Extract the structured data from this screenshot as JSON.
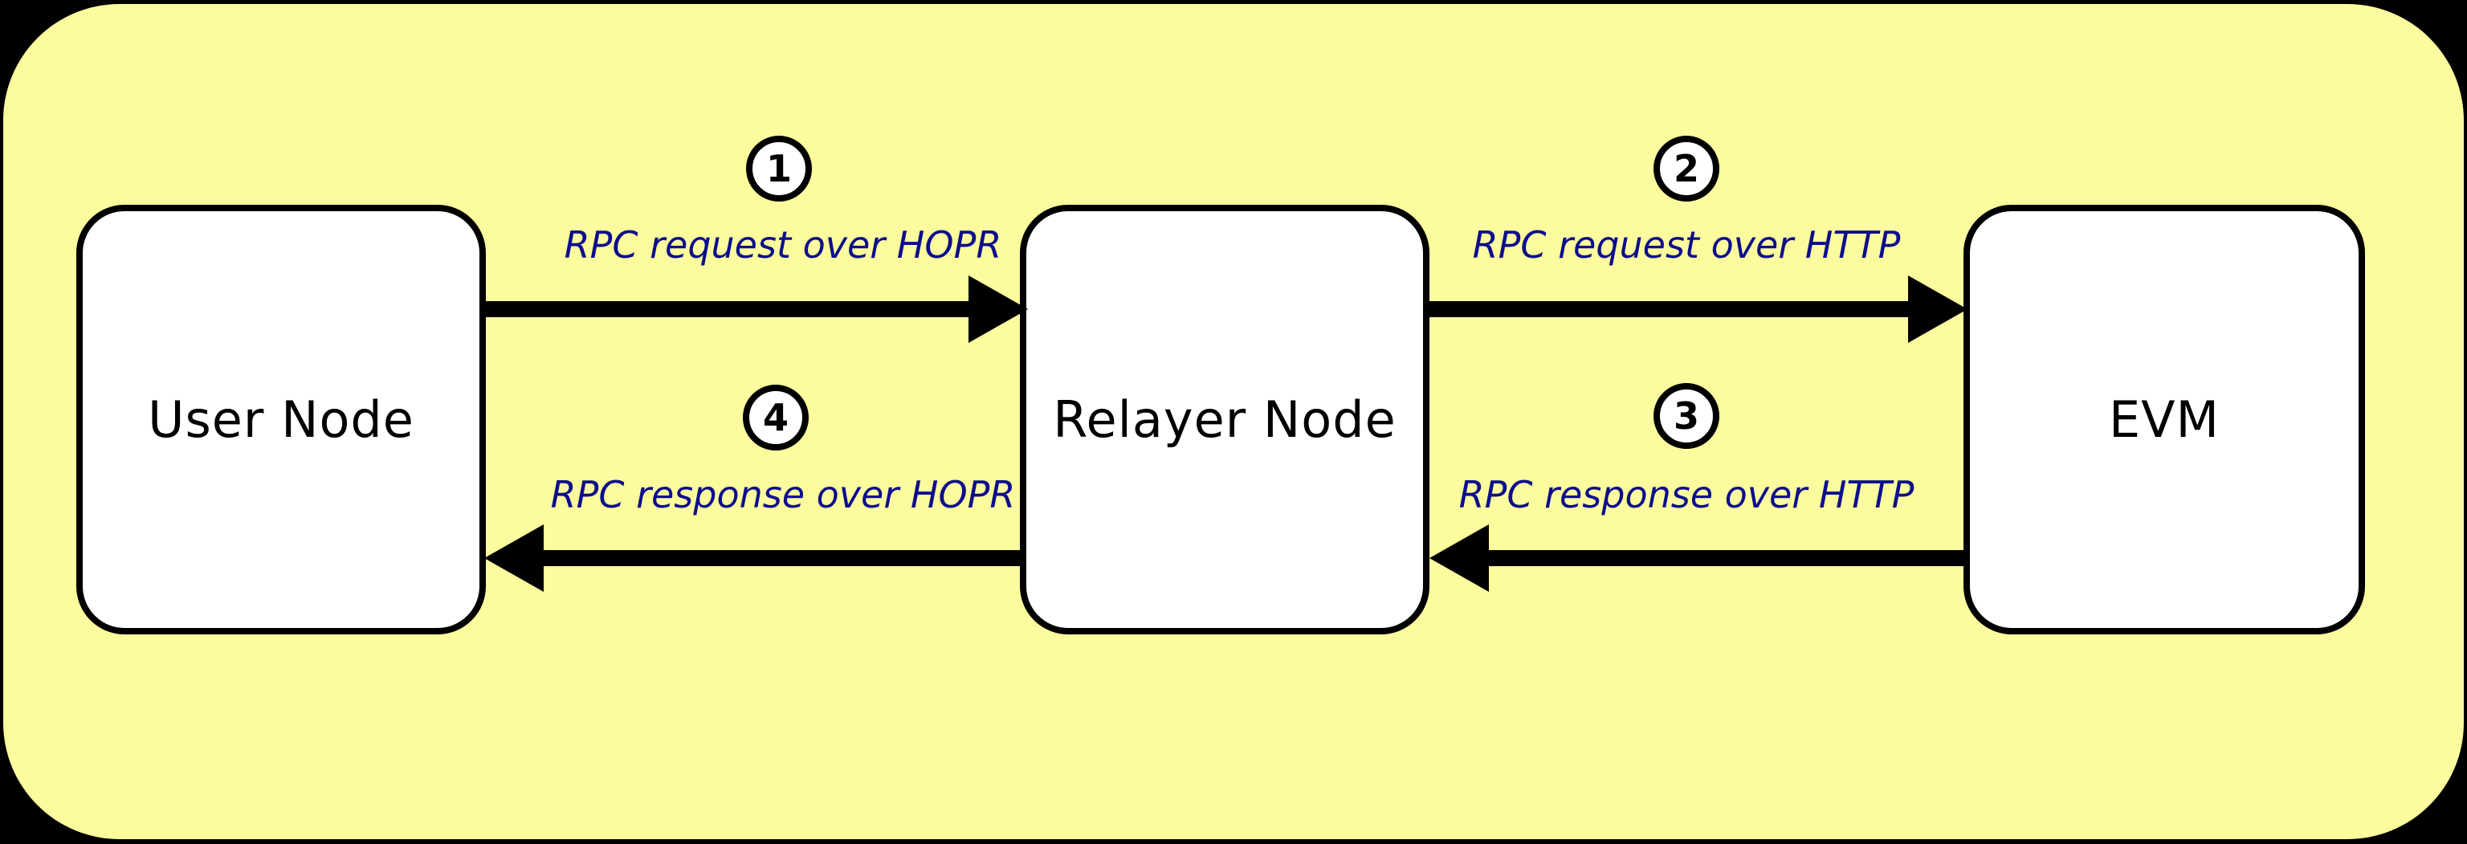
{
  "colors": {
    "page-bg": "#000000",
    "panel-bg": "#FCFC9E",
    "node-fill": "#FFFFFF",
    "stroke": "#000000",
    "node-label": "#000000",
    "flow-label": "#0D0D8C"
  },
  "nodes": [
    {
      "id": "user-node",
      "label": "User Node"
    },
    {
      "id": "relayer-node",
      "label": "Relayer Node"
    },
    {
      "id": "evm",
      "label": "EVM"
    }
  ],
  "flows": [
    {
      "step": "1",
      "label": "RPC request over HOPR",
      "from": "User Node",
      "to": "Relayer Node",
      "direction": "right"
    },
    {
      "step": "2",
      "label": "RPC request over HTTP",
      "from": "Relayer Node",
      "to": "EVM",
      "direction": "right"
    },
    {
      "step": "3",
      "label": "RPC response over HTTP",
      "from": "EVM",
      "to": "Relayer Node",
      "direction": "left"
    },
    {
      "step": "4",
      "label": "RPC response over HOPR",
      "from": "Relayer Node",
      "to": "User Node",
      "direction": "left"
    }
  ]
}
